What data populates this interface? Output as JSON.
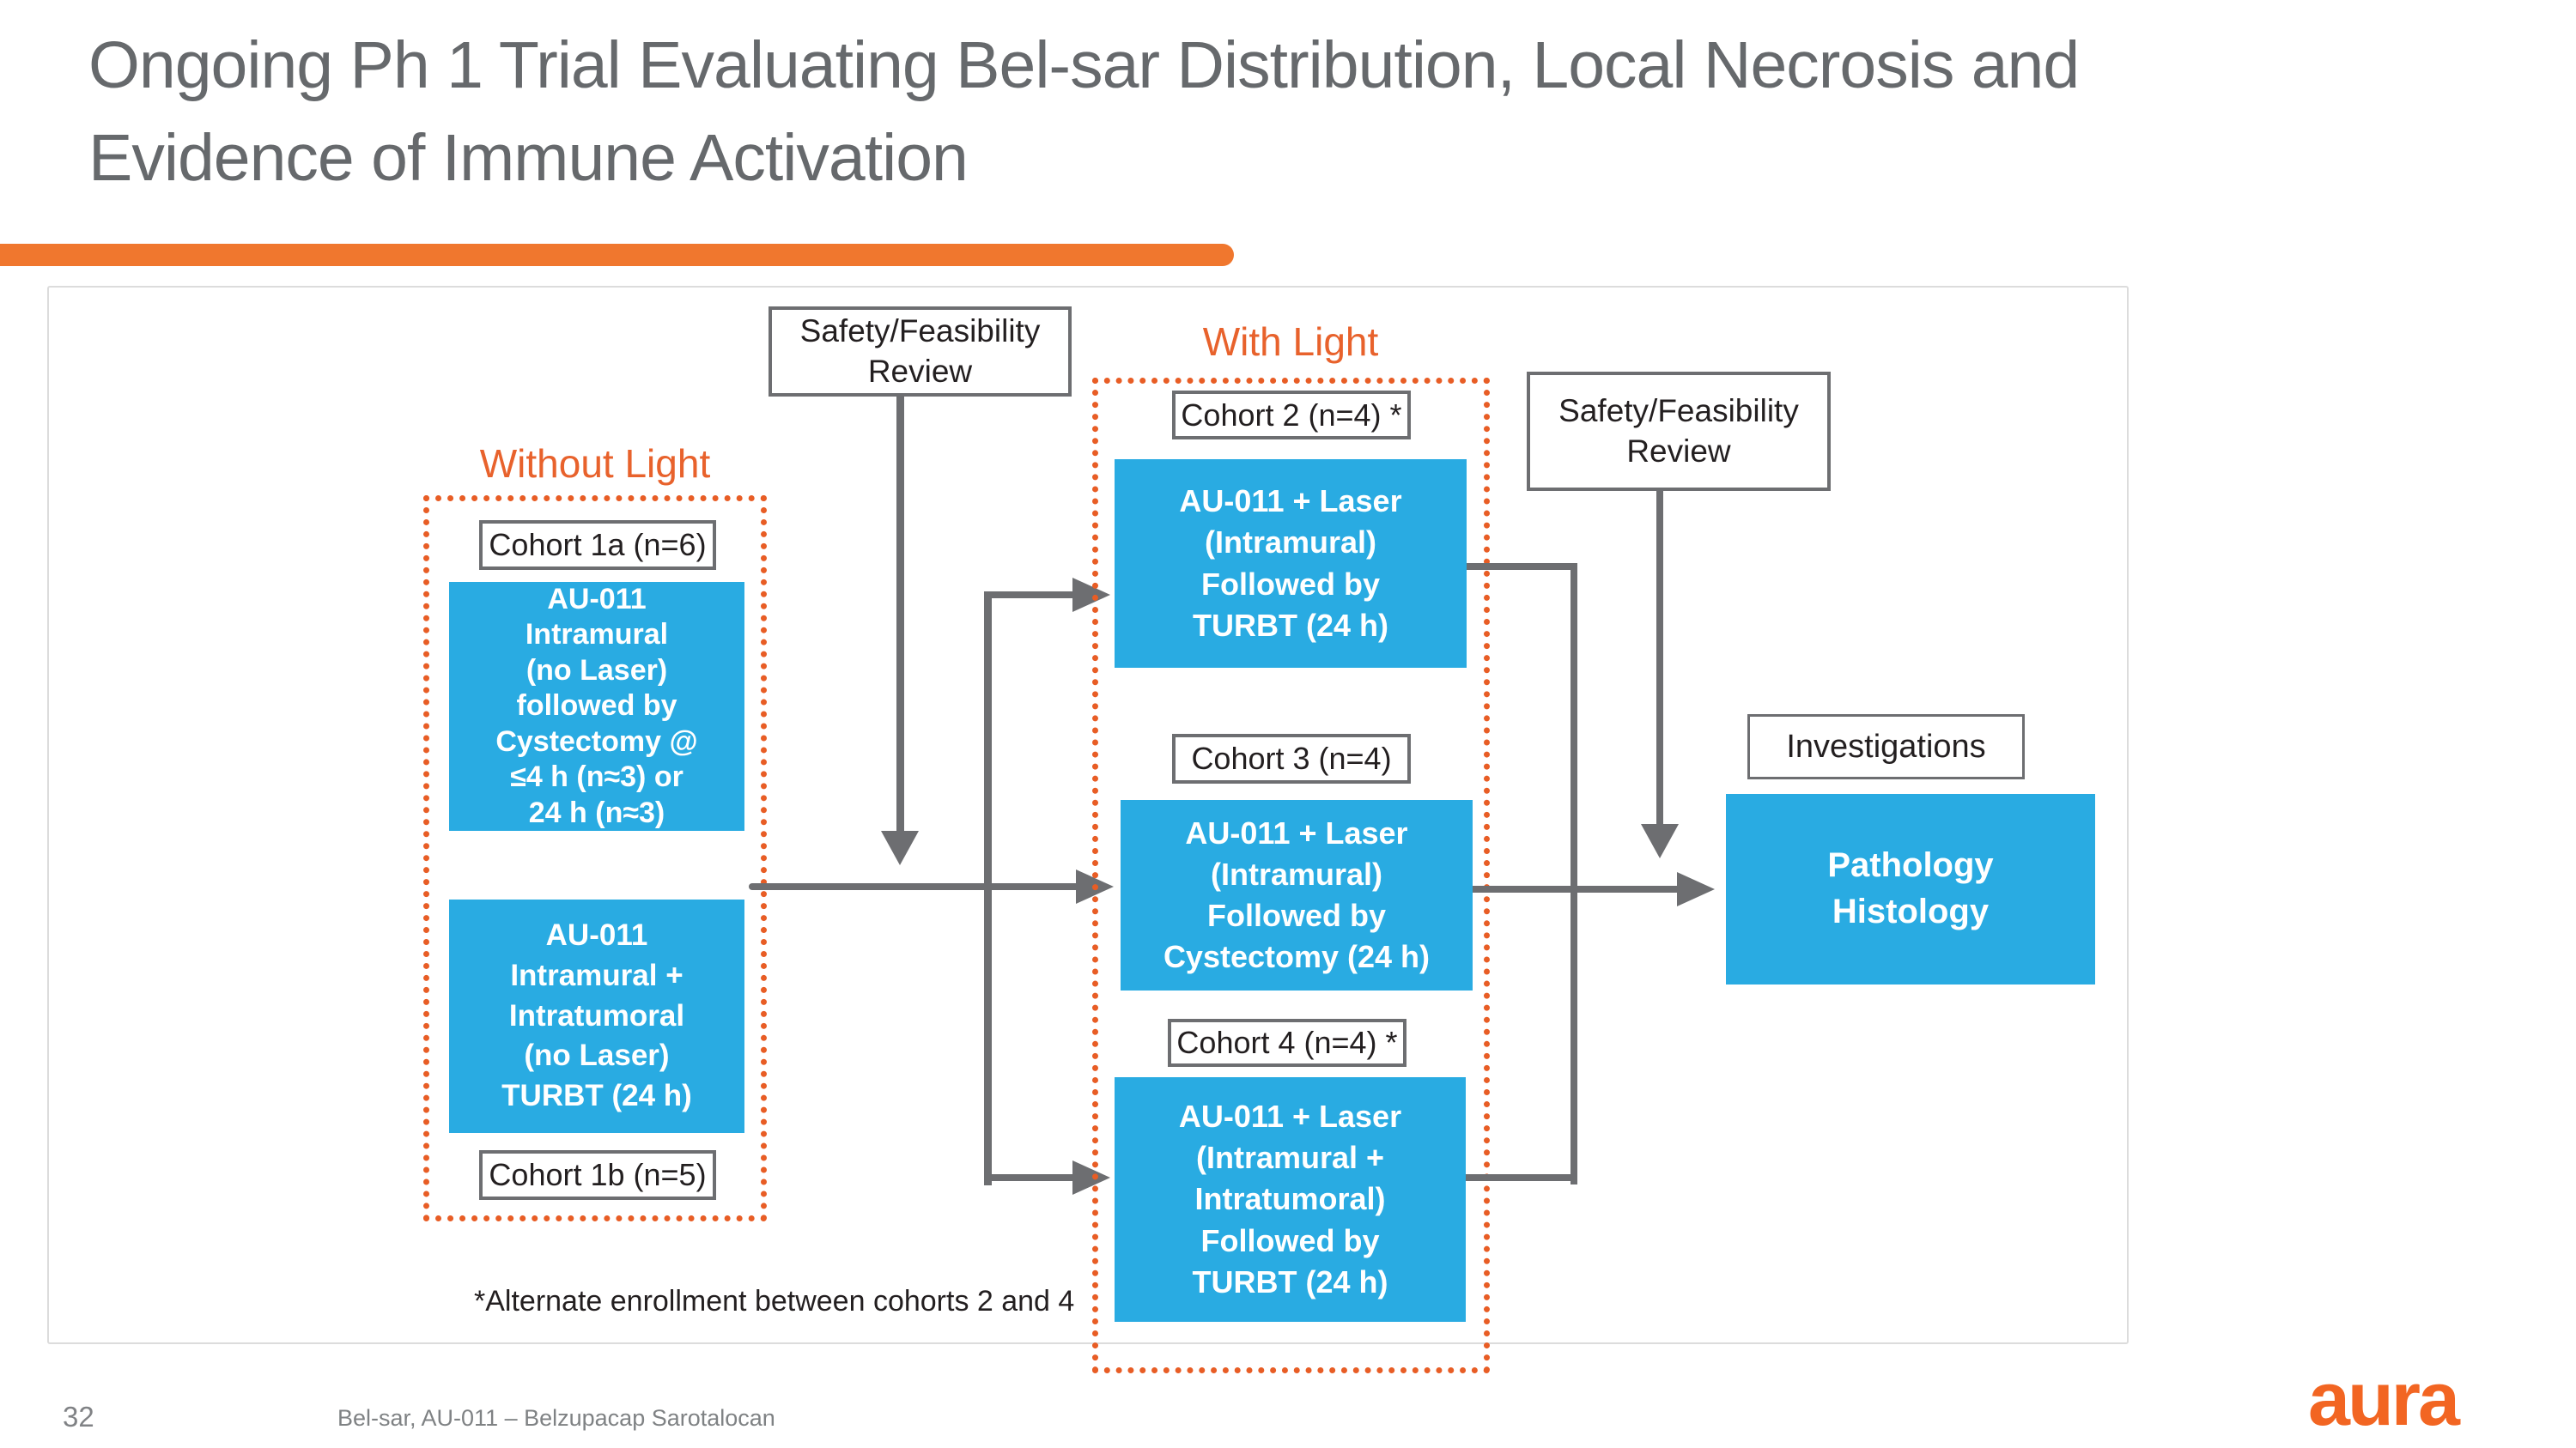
{
  "slide": {
    "title_lines": [
      "Ongoing Ph 1 Trial Evaluating Bel-sar Distribution, Local Necrosis and",
      "Evidence of Immune Activation"
    ],
    "footnote": "*Alternate enrollment between cohorts 2 and 4",
    "page_number": "32",
    "footer_note": "Bel-sar, AU-011 – Belzupacap Sarotalocan",
    "logo_text": "aura"
  },
  "colors": {
    "accent_orange_bar": "#F0772E",
    "accent_orange_dotted": "#E85D25",
    "treatment_blue": "#29ABE2",
    "connector_gray": "#6D6E71",
    "title_gray": "#66696C"
  },
  "diagram": {
    "without_light": {
      "label": "Without Light",
      "cohort_1a_label": "Cohort 1a (n=6)",
      "cohort_1a_treatment": [
        "AU-011",
        "Intramural",
        "(no Laser)",
        "followed by",
        "Cystectomy @",
        "≤4 h (n≈3) or",
        "24 h (n≈3)"
      ],
      "cohort_1b_treatment": [
        "AU-011",
        "Intramural +",
        "Intratumoral",
        "(no Laser)",
        "TURBT (24 h)"
      ],
      "cohort_1b_label": "Cohort 1b (n=5)"
    },
    "safety_review_left": [
      "Safety/Feasibility",
      "Review"
    ],
    "with_light": {
      "label": "With Light",
      "cohort_2_label": "Cohort 2 (n=4) *",
      "cohort_2_treatment": [
        "AU-011 + Laser",
        "(Intramural)",
        "Followed by",
        "TURBT (24 h)"
      ],
      "cohort_3_label": "Cohort 3 (n=4)",
      "cohort_3_treatment": [
        "AU-011 + Laser",
        "(Intramural)",
        "Followed by",
        "Cystectomy (24 h)"
      ],
      "cohort_4_label": "Cohort 4 (n=4) *",
      "cohort_4_treatment": [
        "AU-011 + Laser",
        "(Intramural +",
        "Intratumoral)",
        "Followed by",
        "TURBT (24 h)"
      ]
    },
    "safety_review_right": [
      "Safety/Feasibility",
      "Review"
    ],
    "investigations_label": "Investigations",
    "pathology_treatment": [
      "Pathology",
      "Histology"
    ]
  }
}
